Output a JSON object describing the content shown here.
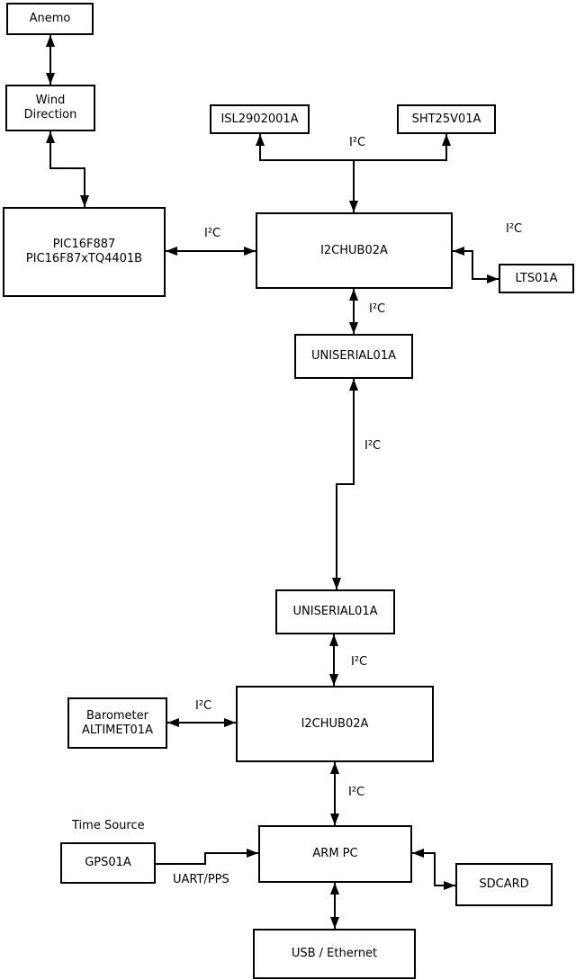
{
  "diagram": {
    "type": "block-diagram",
    "colors": {
      "background": "#ffffff",
      "line": "#000000",
      "node_fill": "#ffffff",
      "text": "#000000"
    },
    "nodes": {
      "anemo": {
        "label": "Anemo"
      },
      "wind": {
        "label": "Wind\nDirection"
      },
      "pic": {
        "label": "PIC16F887\nPIC16F87xTQ4401B"
      },
      "isl": {
        "label": "ISL2902001A"
      },
      "sht": {
        "label": "SHT25V01A"
      },
      "hub1": {
        "label": "I2CHUB02A"
      },
      "lts": {
        "label": "LTS01A"
      },
      "uniserial1": {
        "label": "UNISERIAL01A"
      },
      "uniserial2": {
        "label": "UNISERIAL01A"
      },
      "hub2": {
        "label": "I2CHUB02A"
      },
      "barometer": {
        "label": "Barometer\nALTIMET01A"
      },
      "gps": {
        "label": "GPS01A"
      },
      "armpc": {
        "label": "ARM PC"
      },
      "sdcard": {
        "label": "SDCARD"
      },
      "usbeth": {
        "label": "USB / Ethernet"
      }
    },
    "edge_labels": {
      "bus_isl_sht": "I²C",
      "pic_hub1": "I²C",
      "hub1_lts": "I²C",
      "hub1_uniserial1": "I²C",
      "uniserial_link": "I²C",
      "uniserial2_hub2": "I²C",
      "barometer_hub2": "I²C",
      "hub2_armpc": "I²C",
      "gps_armpc": "UART/PPS"
    },
    "annotations": {
      "time_source": "Time Source"
    },
    "edges": [
      {
        "from": "anemo",
        "to": "wind",
        "bidirectional": true
      },
      {
        "from": "wind",
        "to": "pic",
        "bidirectional": true
      },
      {
        "from": "pic",
        "to": "hub1",
        "label": "I²C",
        "bidirectional": true
      },
      {
        "from": "hub1",
        "to": "isl",
        "label": "I²C",
        "bidirectional": true
      },
      {
        "from": "hub1",
        "to": "sht",
        "label": "I²C",
        "bidirectional": true
      },
      {
        "from": "hub1",
        "to": "lts",
        "label": "I²C",
        "bidirectional": true
      },
      {
        "from": "hub1",
        "to": "uniserial1",
        "label": "I²C",
        "bidirectional": true
      },
      {
        "from": "uniserial1",
        "to": "uniserial2",
        "label": "I²C",
        "bidirectional": true
      },
      {
        "from": "uniserial2",
        "to": "hub2",
        "label": "I²C",
        "bidirectional": true
      },
      {
        "from": "barometer",
        "to": "hub2",
        "label": "I²C",
        "bidirectional": true
      },
      {
        "from": "hub2",
        "to": "armpc",
        "label": "I²C",
        "bidirectional": true
      },
      {
        "from": "gps",
        "to": "armpc",
        "label": "UART/PPS",
        "bidirectional": false
      },
      {
        "from": "armpc",
        "to": "sdcard",
        "bidirectional": true
      },
      {
        "from": "armpc",
        "to": "usbeth",
        "bidirectional": true
      }
    ]
  }
}
